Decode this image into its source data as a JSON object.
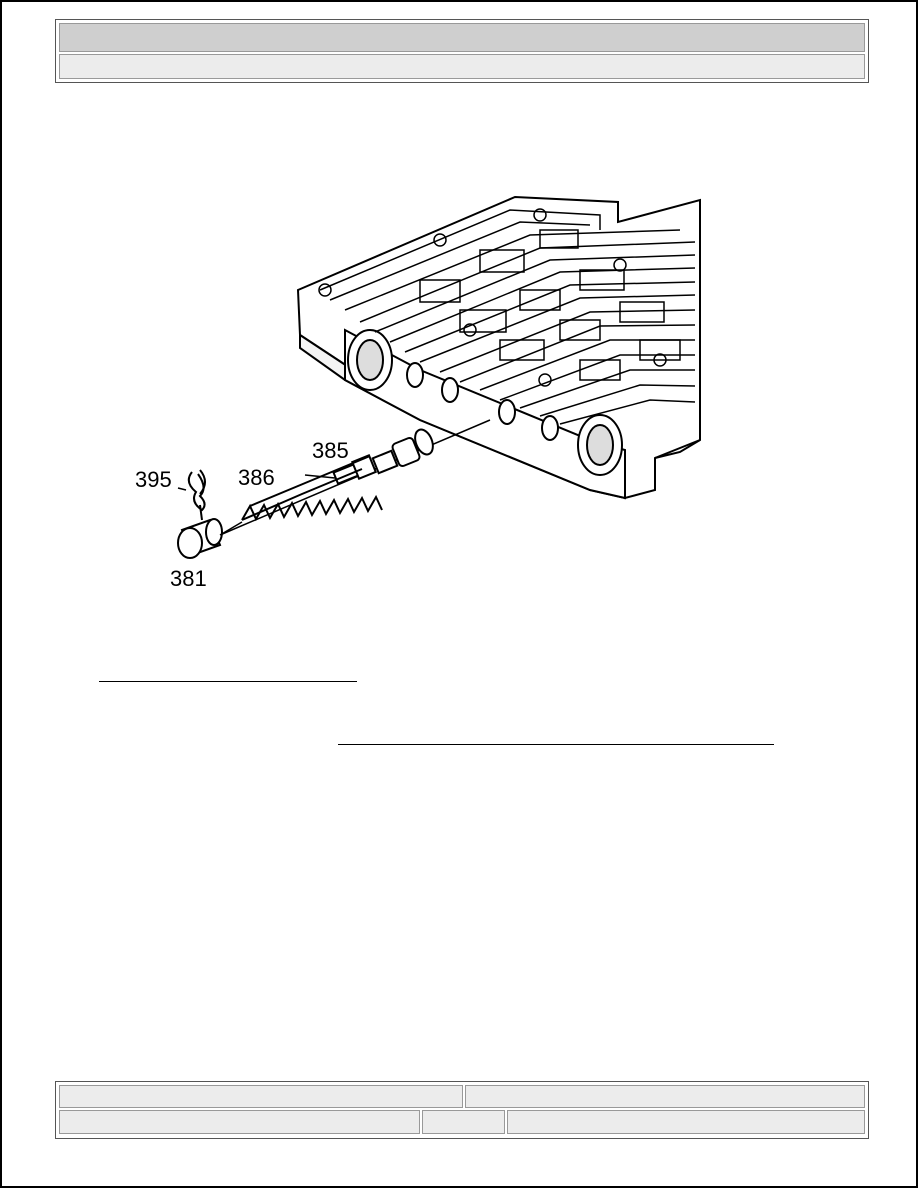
{
  "header": {
    "title": "",
    "subtitle": ""
  },
  "figure": {
    "callouts": {
      "c395": "395",
      "c386": "386",
      "c385": "385",
      "c381": "381"
    }
  },
  "body_links": {
    "link1": "",
    "link2": ""
  },
  "footer": {
    "cell_a": "",
    "cell_b": "",
    "cell_c": "",
    "cell_d": "",
    "cell_e": ""
  }
}
